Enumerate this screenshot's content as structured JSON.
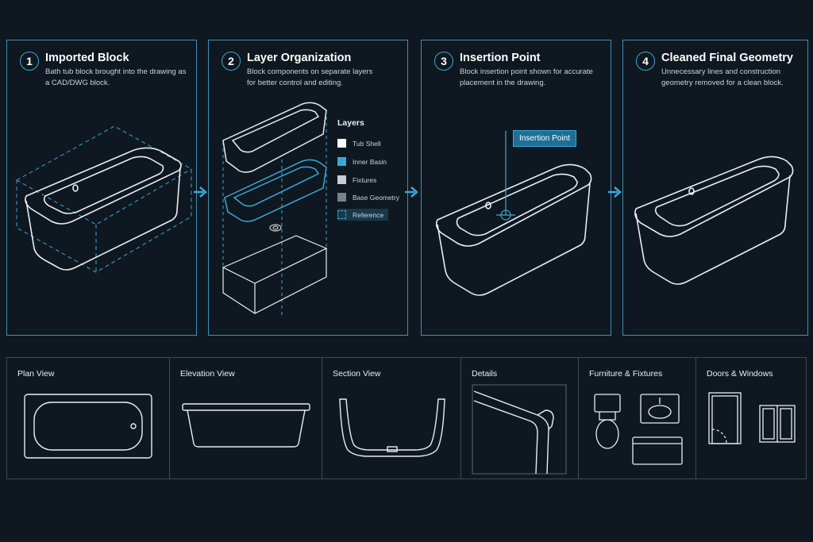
{
  "steps": [
    {
      "number": "1",
      "title": "Imported Block",
      "description": "Bath tub block brought into the drawing as a CAD/DWG block."
    },
    {
      "number": "2",
      "title": "Layer Organization",
      "description": "Block components on separate layers for better control and editing."
    },
    {
      "number": "3",
      "title": "Insertion Point",
      "description": "Block insertion point shown for accurate placement in the drawing."
    },
    {
      "number": "4",
      "title": "Cleaned Final Geometry",
      "description": "Unnecessary lines and construction geometry removed for a clean block."
    }
  ],
  "layers": {
    "title": "Layers",
    "items": [
      {
        "label": "Tub Shell",
        "color": "#ffffff"
      },
      {
        "label": "Inner Basin",
        "color": "#3ba7d8"
      },
      {
        "label": "Fixtures",
        "color": "#c9ced3"
      },
      {
        "label": "Base Geometry",
        "color": "#7b8189"
      },
      {
        "label": "Reference",
        "color": "#3ba7d8"
      }
    ]
  },
  "insertion_label": "Insertion Point",
  "views": [
    {
      "title": "Plan View"
    },
    {
      "title": "Elevation View"
    },
    {
      "title": "Section View"
    },
    {
      "title": "Details"
    },
    {
      "title": "Furniture & Fixtures"
    },
    {
      "title": "Doors & Windows"
    }
  ],
  "colors": {
    "background": "#0f1820",
    "accent": "#3ba7d8",
    "line": "#e8eef2"
  }
}
